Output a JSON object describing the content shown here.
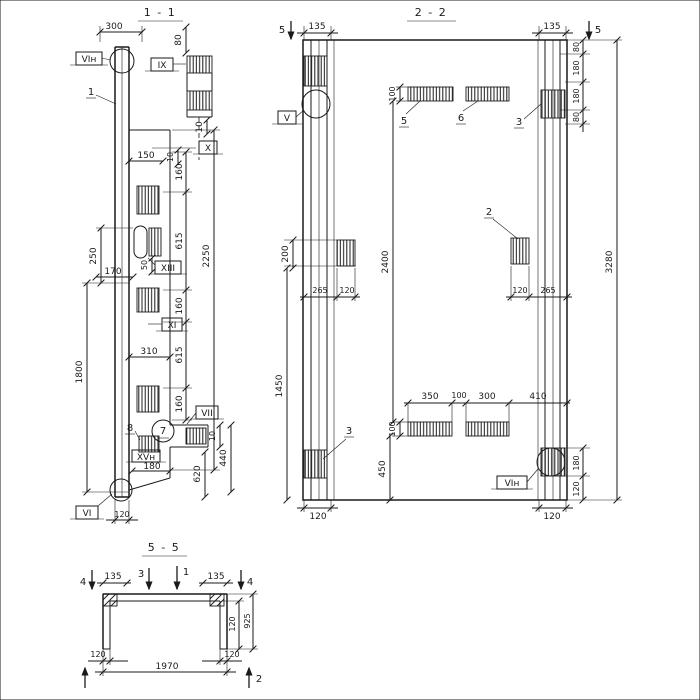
{
  "colors": {
    "ink": "#1a1a1a",
    "paper": "#ffffff"
  },
  "s11": {
    "title": "1 - 1",
    "view_labels": {
      "vin_top": "VIн",
      "ix": "IX",
      "x": "X",
      "xiii": "XIII",
      "xi": "XI",
      "vii": "VII",
      "xvn": "XVн",
      "vi_bottom": "VI"
    },
    "part_labels": {
      "p1": "1",
      "p8": "8",
      "p7": "7"
    },
    "dims": {
      "d300": "300",
      "d80": "80",
      "d10_top": "10",
      "d150": "150",
      "d10_mid": "10",
      "d160_a": "160",
      "d615_a": "615",
      "d160_b": "160",
      "d615_b": "615",
      "d160_c": "160",
      "d2250": "2250",
      "d250": "250",
      "d1800": "1800",
      "d170": "170",
      "d50": "50",
      "d310": "310",
      "d10_bot": "10",
      "d440": "440",
      "d620": "620",
      "d180": "180",
      "d120": "120"
    }
  },
  "s22": {
    "title": "2 - 2",
    "view_labels": {
      "v": "V",
      "vin": "VIн"
    },
    "part_labels": {
      "p5": "5",
      "p6": "6",
      "p3_top": "3",
      "p2": "2",
      "p3_bottom": "3"
    },
    "cut_markers": {
      "m5_left": "5",
      "m5_right": "5"
    },
    "dims": {
      "d135_l": "135",
      "d135_r": "135",
      "d80_a": "80",
      "d180_a": "180",
      "d180_b": "180",
      "d80_b": "80",
      "d3280": "3280",
      "d100_top": "100",
      "d2400": "2400",
      "d200": "200",
      "d1450": "1450",
      "d265_l": "265",
      "d120_l": "120",
      "d120_r": "120",
      "d265_r": "265",
      "d350": "350",
      "d100_mid": "100",
      "d300": "300",
      "d410": "410",
      "d100_bot": "100",
      "d450": "450",
      "d180_r": "180",
      "d120_rb": "120",
      "d120_bl": "120",
      "d120_br": "120"
    }
  },
  "s55": {
    "title": "5 - 5",
    "cut_markers": {
      "m4_left": "4",
      "m3": "3",
      "m1": "1",
      "m4_right": "4",
      "m2": "2"
    },
    "dims": {
      "d135_l": "135",
      "d135_r": "135",
      "d120_side": "120",
      "d925": "925",
      "d120_bl": "120",
      "d1970": "1970",
      "d120_br": "120"
    }
  }
}
